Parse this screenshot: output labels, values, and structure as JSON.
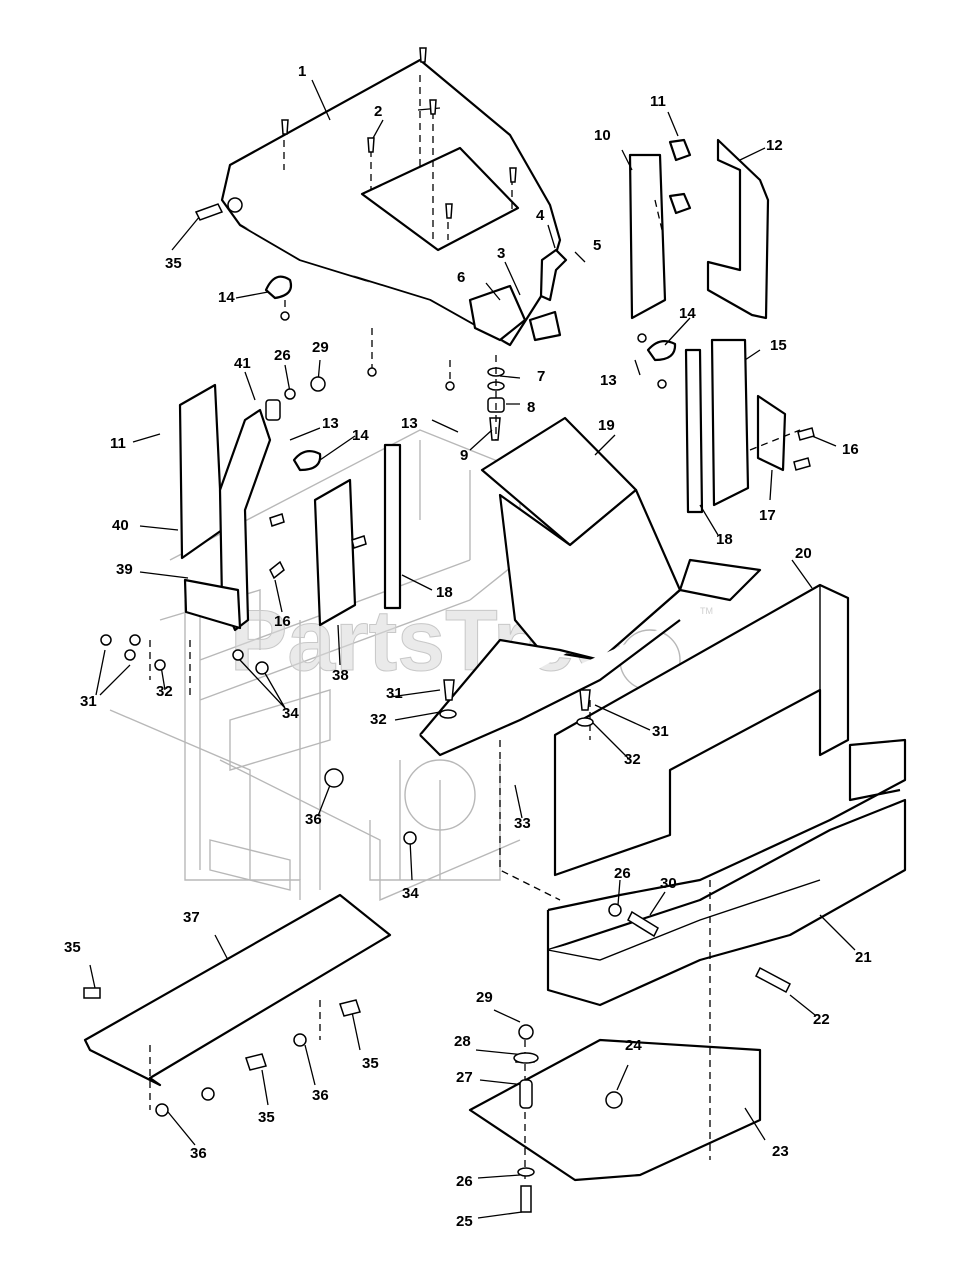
{
  "watermark": {
    "text": "PartsTree",
    "trademark": "TM"
  },
  "callouts": [
    {
      "id": "c1",
      "label": "1"
    },
    {
      "id": "c2",
      "label": "2"
    },
    {
      "id": "c3",
      "label": "3"
    },
    {
      "id": "c4",
      "label": "4"
    },
    {
      "id": "c5",
      "label": "5"
    },
    {
      "id": "c6",
      "label": "6"
    },
    {
      "id": "c7",
      "label": "7"
    },
    {
      "id": "c8",
      "label": "8"
    },
    {
      "id": "c9",
      "label": "9"
    },
    {
      "id": "c10",
      "label": "10"
    },
    {
      "id": "c11a",
      "label": "11"
    },
    {
      "id": "c11b",
      "label": "11"
    },
    {
      "id": "c12",
      "label": "12"
    },
    {
      "id": "c13a",
      "label": "13"
    },
    {
      "id": "c13b",
      "label": "13"
    },
    {
      "id": "c13c",
      "label": "13"
    },
    {
      "id": "c14a",
      "label": "14"
    },
    {
      "id": "c14b",
      "label": "14"
    },
    {
      "id": "c14c",
      "label": "14"
    },
    {
      "id": "c15",
      "label": "15"
    },
    {
      "id": "c16a",
      "label": "16"
    },
    {
      "id": "c16b",
      "label": "16"
    },
    {
      "id": "c17",
      "label": "17"
    },
    {
      "id": "c18a",
      "label": "18"
    },
    {
      "id": "c18b",
      "label": "18"
    },
    {
      "id": "c19",
      "label": "19"
    },
    {
      "id": "c20",
      "label": "20"
    },
    {
      "id": "c21",
      "label": "21"
    },
    {
      "id": "c22",
      "label": "22"
    },
    {
      "id": "c23",
      "label": "23"
    },
    {
      "id": "c24",
      "label": "24"
    },
    {
      "id": "c25",
      "label": "25"
    },
    {
      "id": "c26a",
      "label": "26"
    },
    {
      "id": "c26b",
      "label": "26"
    },
    {
      "id": "c26c",
      "label": "26"
    },
    {
      "id": "c27",
      "label": "27"
    },
    {
      "id": "c28",
      "label": "28"
    },
    {
      "id": "c29a",
      "label": "29"
    },
    {
      "id": "c29b",
      "label": "29"
    },
    {
      "id": "c30",
      "label": "30"
    },
    {
      "id": "c31a",
      "label": "31"
    },
    {
      "id": "c31b",
      "label": "31"
    },
    {
      "id": "c31c",
      "label": "31"
    },
    {
      "id": "c32a",
      "label": "32"
    },
    {
      "id": "c32b",
      "label": "32"
    },
    {
      "id": "c32c",
      "label": "32"
    },
    {
      "id": "c33",
      "label": "33"
    },
    {
      "id": "c34a",
      "label": "34"
    },
    {
      "id": "c34b",
      "label": "34"
    },
    {
      "id": "c35a",
      "label": "35"
    },
    {
      "id": "c35b",
      "label": "35"
    },
    {
      "id": "c35c",
      "label": "35"
    },
    {
      "id": "c35d",
      "label": "35"
    },
    {
      "id": "c36a",
      "label": "36"
    },
    {
      "id": "c36b",
      "label": "36"
    },
    {
      "id": "c36c",
      "label": "36"
    },
    {
      "id": "c37",
      "label": "37"
    },
    {
      "id": "c38",
      "label": "38"
    },
    {
      "id": "c39",
      "label": "39"
    },
    {
      "id": "c40",
      "label": "40"
    },
    {
      "id": "c41",
      "label": "41"
    }
  ]
}
